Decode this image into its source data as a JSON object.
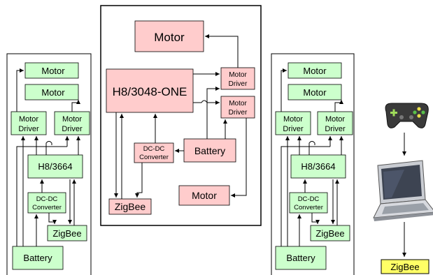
{
  "left_board": {
    "motor_top": "Motor",
    "motor_second": "Motor",
    "driver_left": [
      "Motor",
      "Driver"
    ],
    "driver_right": [
      "Motor",
      "Driver"
    ],
    "mcu": "H8/3664",
    "dcdc": [
      "DC-DC",
      "Converter"
    ],
    "zigbee": "ZigBee",
    "battery": "Battery"
  },
  "center_board": {
    "motor_top": "Motor",
    "mcu": "H8/3048-ONE",
    "driver_top": [
      "Motor",
      "Driver"
    ],
    "driver_bottom": [
      "Motor",
      "Driver"
    ],
    "dcdc": [
      "DC-DC",
      "Converter"
    ],
    "battery": "Battery",
    "motor_bottom": "Motor",
    "zigbee": "ZigBee"
  },
  "right_board": {
    "motor_top": "Motor",
    "motor_second": "Motor",
    "driver_left": [
      "Motor",
      "Driver"
    ],
    "driver_right": [
      "Motor",
      "Driver"
    ],
    "mcu": "H8/3664",
    "dcdc": [
      "DC-DC",
      "Converter"
    ],
    "zigbee": "ZigBee",
    "battery": "Battery"
  },
  "controller": {
    "gamepad_icon": "gamepad-icon",
    "laptop_icon": "laptop-icon",
    "zigbee": "ZigBee"
  },
  "colors": {
    "robot_block": "#ccffcc",
    "base_block": "#ffcccc",
    "zigbee_dongle": "#ffff66"
  }
}
